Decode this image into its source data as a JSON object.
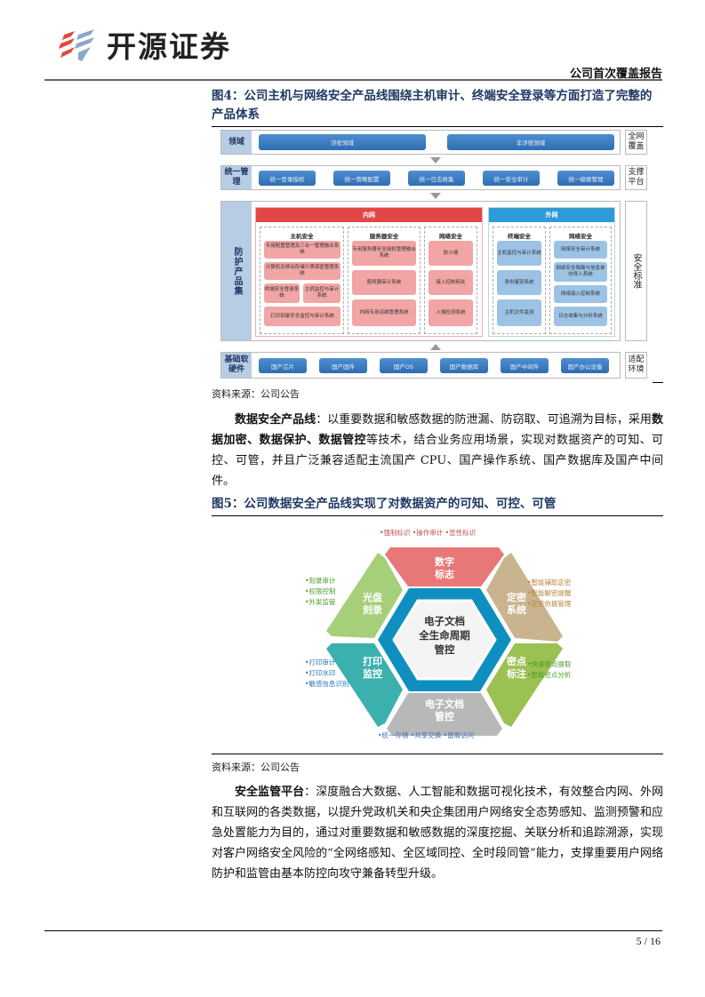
{
  "header": {
    "logo_text": "开源证券",
    "report_type": "公司首次覆盖报告"
  },
  "figure4": {
    "title": "图4：公司主机与网络安全产品线围绕主机审计、终端安全登录等方面打造了完整的产品体系",
    "rows": {
      "domain": {
        "label": "领域",
        "side": "全网覆盖",
        "items": [
          "涉密领域",
          "非涉密领域"
        ]
      },
      "management": {
        "label": "统一管理",
        "side": "支撑平台",
        "items": [
          "统一登录授权",
          "统一策略配置",
          "统一日志收集",
          "统一安全审计",
          "统一级联管理"
        ]
      },
      "products": {
        "label": "防护产品集",
        "side": "安全标准",
        "intranet": {
          "header": "内网",
          "groups": [
            {
              "title": "主机安全",
              "items": [
                "专用配置管理及三合一管理融合系统",
                "计算机及移动存储介质保密管理系统",
                "终端安全登录系统",
                "主机监控与审计系统",
                "打印刻录安全监控与审计系统"
              ]
            },
            {
              "title": "服务器安全",
              "items": [
                "专用服务器安全授权管理融合系统",
                "服务器审计系统",
                "内网专用运维管理系统"
              ]
            },
            {
              "title": "网络安全",
              "items": [
                "防火墙",
                "接入控制网关",
                "入侵检测系统"
              ]
            }
          ]
        },
        "extranet": {
          "header": "外网",
          "groups": [
            {
              "title": "终端安全",
              "items": [
                "主机监控与审计系统",
                "身份鉴别系统",
                "主机文件监测"
              ]
            },
            {
              "title": "网络安全",
              "items": [
                "网络安全审计系统",
                "网络安全隔离与信息单向导入系统",
                "网络接入控制系统",
                "日志收集与分析系统"
              ]
            }
          ]
        }
      },
      "infrastructure": {
        "label": "基础软硬件",
        "side": "适配环境",
        "items": [
          "国产芯片",
          "国产固件",
          "国产OS",
          "国产数据库",
          "国产中间件",
          "国产办公设备"
        ]
      }
    },
    "source": "资料来源：公司公告"
  },
  "para1": {
    "lead": "数据安全产品线",
    "t1": "：以重要数据和敏感数据的防泄漏、防窃取、可追溯为目标，采用",
    "b1": "数据加密、数据保护、数据管控",
    "t2": "等技术，结合业务应用场景，实现对数据资产的可知、可控、可管，并且广泛兼容适配主流国产 CPU、国产操作系统、国产数据库及国产中间件。"
  },
  "figure5": {
    "title": "图5：公司数据安全产品线实现了对数据资产的可知、可控、可管",
    "center": "电子文档全生命周期管控",
    "center_lines": [
      "电子文档",
      "全生命周期",
      "管控"
    ],
    "segments": [
      {
        "name": "数字标志",
        "lines": [
          "数字",
          "标志"
        ],
        "color": "#e87878",
        "bullets": [
          "•强制标识",
          "•操作审计",
          "•显性标识"
        ],
        "bullet_color": "#c0504d"
      },
      {
        "name": "定密系统",
        "lines": [
          "定密",
          "系统"
        ],
        "color": "#c9b48f",
        "bullets": [
          "•智能辅助定密",
          "•智能解密提醒",
          "•定密依据管理"
        ],
        "bullet_color": "#b8863b"
      },
      {
        "name": "密点标注",
        "lines": [
          "密点",
          "标注"
        ],
        "color": "#9cc153",
        "bullets": [
          "•快速密点提取",
          "•智能密点分析"
        ],
        "bullet_color": "#4e9a2a"
      },
      {
        "name": "电子文档管控",
        "lines": [
          "电子文档",
          "管控"
        ],
        "color": "#b8b8b8",
        "bullets": [
          "•统一存储",
          "•共享交换",
          "•留痕访问"
        ],
        "bullet_color": "#4472c4"
      },
      {
        "name": "打印监控",
        "lines": [
          "打印",
          "监控"
        ],
        "color": "#3cb0ad",
        "bullets": [
          "•打印审计",
          "•打印水印",
          "•敏感信息识别"
        ],
        "bullet_color": "#2e75b6"
      },
      {
        "name": "光盘刻录",
        "lines": [
          "光盘",
          "刻录"
        ],
        "color": "#a7cf7a",
        "bullets": [
          "•刻录审计",
          "•权限控制",
          "•外发监管"
        ],
        "bullet_color": "#4e9a2a"
      }
    ],
    "source": "资料来源：公司公告"
  },
  "para2": {
    "lead": "安全监管平台",
    "text": "：深度融合大数据、人工智能和数据可视化技术，有效整合内网、外网和互联网的各类数据，以提升党政机关和央企集团用户网络安全态势感知、监测预警和应急处置能力为目的，通过对重要数据和敏感数据的深度挖掘、关联分析和追踪溯源，实现对客户网络安全风险的“全网络感知、全区域同控、全时段同管”能力，支撑重要用户网络防护和监管由基本防控向攻守兼备转型升级。"
  },
  "footer": {
    "page": "5 / 16"
  }
}
